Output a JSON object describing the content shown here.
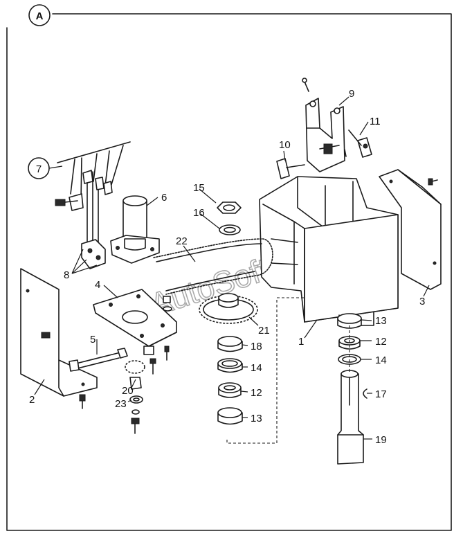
{
  "section_label": "A",
  "watermark": "AutoSoft",
  "callouts": [
    "1",
    "2",
    "3",
    "4",
    "5",
    "6",
    "7",
    "8",
    "9",
    "10",
    "11",
    "12",
    "12",
    "13",
    "13",
    "14",
    "14",
    "15",
    "16",
    "17",
    "18",
    "19",
    "20",
    "21",
    "22",
    "23"
  ]
}
